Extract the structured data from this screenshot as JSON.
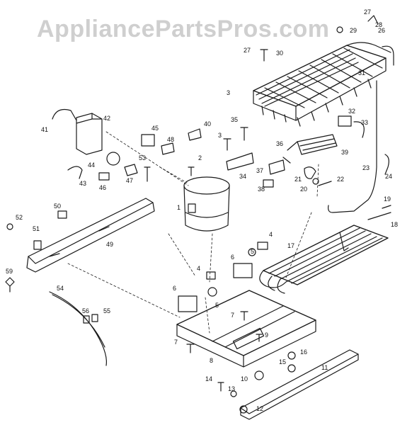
{
  "watermark": "AppliancePartsPros.com",
  "colors": {
    "line": "#1a1a1a",
    "watermark": "#cfcfcf",
    "background": "#ffffff"
  },
  "callouts": [
    "1",
    "2",
    "3",
    "4",
    "5",
    "6",
    "7",
    "8",
    "9",
    "10",
    "11",
    "12",
    "13",
    "14",
    "15",
    "16",
    "17",
    "18",
    "19",
    "20",
    "21",
    "22",
    "23",
    "24",
    "26",
    "27",
    "28",
    "29",
    "30",
    "31",
    "32",
    "33",
    "34",
    "35",
    "36",
    "37",
    "38",
    "39",
    "40",
    "41",
    "42",
    "43",
    "44",
    "45",
    "46",
    "47",
    "48",
    "49",
    "50",
    "51",
    "52",
    "53",
    "54",
    "55",
    "56",
    "59"
  ]
}
